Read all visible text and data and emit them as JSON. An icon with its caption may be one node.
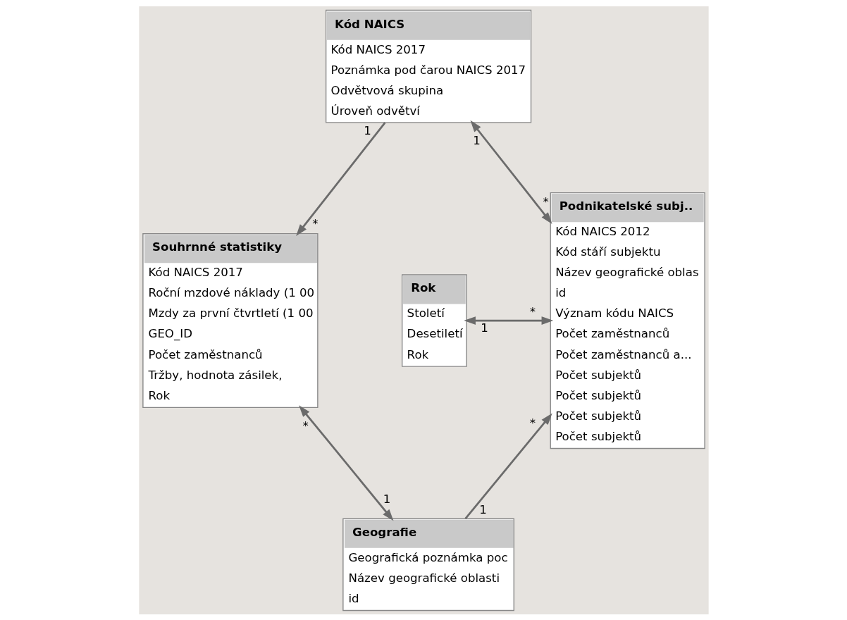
{
  "diagram": {
    "nodes": [
      {
        "text": [
          "Kód NAICS",
          "Kód NAICS 2017",
          "Poznámka pod čarou NAICS 2017",
          "Odvětvová skupina",
          "Úroveň odvětví"
        ]
      },
      {
        "text": [
          "Podnikatelské subj..",
          "Kód NAICS 2012",
          "Kód stáří subjektu",
          "Název geografické oblas",
          "id",
          "Význam kódu NAICS",
          "Počet zaměstnanců",
          "Počet zaměstnanců a...",
          "Počet subjektů",
          "Počet subjektů",
          "Počet subjektů",
          "Počet subjektů"
        ]
      },
      {
        "text": [
          "Souhrnné statistiky",
          "Kód NAICS 2017",
          "Roční mzdové náklady (1 00",
          "Mzdy za první čtvrtletí (1 00",
          "GEO_ID",
          "Počet zaměstnanců",
          "Tržby, hodnota zásilek,",
          "Rok"
        ]
      },
      {
        "text": [
          "Rok",
          "Století",
          "Desetiletí",
          "Rok"
        ]
      },
      {
        "text": [
          "Geografie",
          "Geografická poznámka poc",
          "Název geografické oblasti",
          "id"
        ]
      }
    ],
    "edges": [
      {
        "from": 0,
        "to": 1,
        "arrow": "both"
      },
      {
        "from": 0,
        "to": 2,
        "arrow": "to"
      },
      {
        "from": 3,
        "to": 1,
        "arrow": "both"
      },
      {
        "from": 4,
        "to": 1,
        "arrow": "to"
      },
      {
        "from": 4,
        "to": 2,
        "arrow": "both"
      }
    ],
    "labels": [
      "1",
      "1",
      "*",
      "*",
      "1",
      "*",
      "*",
      "*",
      "1",
      "1"
    ]
  }
}
